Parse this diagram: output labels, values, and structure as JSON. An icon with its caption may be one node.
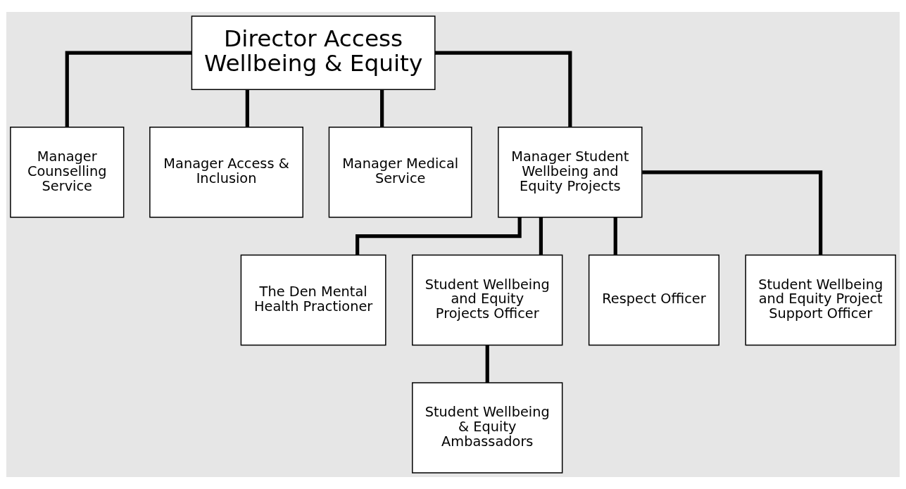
{
  "diagram": {
    "nodes": [
      {
        "text": [
          "Director Access Wellbeing & Equity"
        ]
      },
      {
        "text": [
          "Manager Counselling Service"
        ]
      },
      {
        "text": [
          "Manager Access & Inclusion"
        ]
      },
      {
        "text": [
          "Manager Medical Service"
        ]
      },
      {
        "text": [
          "Manager Student Wellbeing and Equity Projects"
        ]
      },
      {
        "text": [
          "The Den Mental Health Practioner"
        ]
      },
      {
        "text": [
          "Student Wellbeing and Equity Projects Officer"
        ]
      },
      {
        "text": [
          "Respect Officer"
        ]
      },
      {
        "text": [
          "Student Wellbeing and Equity Project Support Officer"
        ]
      },
      {
        "text": [
          "Student Wellbeing & Equity Ambassadors"
        ]
      }
    ],
    "edges": [
      {
        "from": 0,
        "to": 1,
        "arrow": "none"
      },
      {
        "from": 0,
        "to": 2,
        "arrow": "none"
      },
      {
        "from": 0,
        "to": 3,
        "arrow": "none"
      },
      {
        "from": 0,
        "to": 4,
        "arrow": "none"
      },
      {
        "from": 4,
        "to": 5,
        "arrow": "none"
      },
      {
        "from": 4,
        "to": 6,
        "arrow": "none"
      },
      {
        "from": 4,
        "to": 7,
        "arrow": "none"
      },
      {
        "from": 4,
        "to": 8,
        "arrow": "none"
      },
      {
        "from": 6,
        "to": 9,
        "arrow": "none"
      }
    ]
  }
}
